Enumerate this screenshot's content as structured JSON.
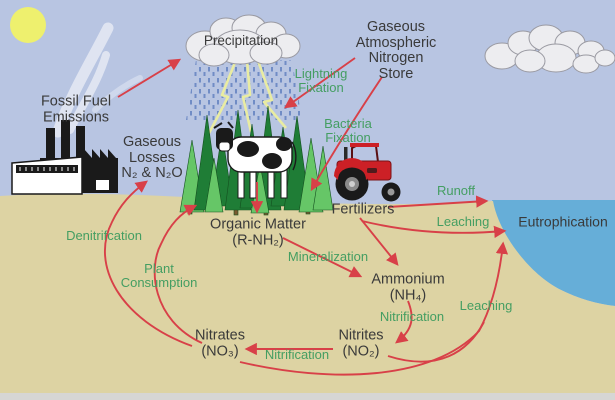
{
  "title": "Nitrogen Cycle Diagram",
  "colors": {
    "sky": "#b8c5e2",
    "sand": "#ddd3a3",
    "water": "#66aed8",
    "arrow_red": "#d84048",
    "process_green": "#449e62",
    "node_text": "#3a3a3a",
    "sun_yellow": "#eef06e",
    "tree_dark": "#1f7d36",
    "tree_light": "#66c667",
    "tractor_red": "#cc2026",
    "cloud": "#ededf0"
  },
  "labels": {
    "precipitation": "Precipitation",
    "nitrogen_store": "Gaseous\nAtmospheric\nNitrogen\nStore",
    "fossil_fuel": "Fossil Fuel\nEmissions",
    "gaseous_losses": "Gaseous\nLosses\nN₂ & N₂O",
    "organic_matter": "Organic Matter\n(R-NH₂)",
    "fertilizers": "Fertilizers",
    "ammonium": "Ammonium\n(NH₄)",
    "nitrites": "Nitrites\n(NO₂)",
    "nitrates": "Nitrates\n(NO₃)",
    "eutrophication": "Eutrophication",
    "lightning_fixation": "Lightning\nFixation",
    "bacteria_fixation": "Bacteria\nFixation",
    "runoff": "Runoff",
    "leaching_upper": "Leaching",
    "leaching_lower": "Leaching",
    "mineralization": "Mineralization",
    "nitrification_upper": "Nitrification",
    "nitrification_lower": "Nitrification",
    "denitrification": "Denitrifcation",
    "plant_consumption": "Plant\nConsumption"
  },
  "icons": [
    "sun-icon",
    "smoke-icon",
    "factory-icon",
    "rain-cloud-icon",
    "cloud-icon",
    "rain-icon",
    "lightning-icon",
    "forest-icon",
    "cow-icon",
    "tractor-icon",
    "sea-icon",
    "land-icon",
    "arrow-icon"
  ]
}
